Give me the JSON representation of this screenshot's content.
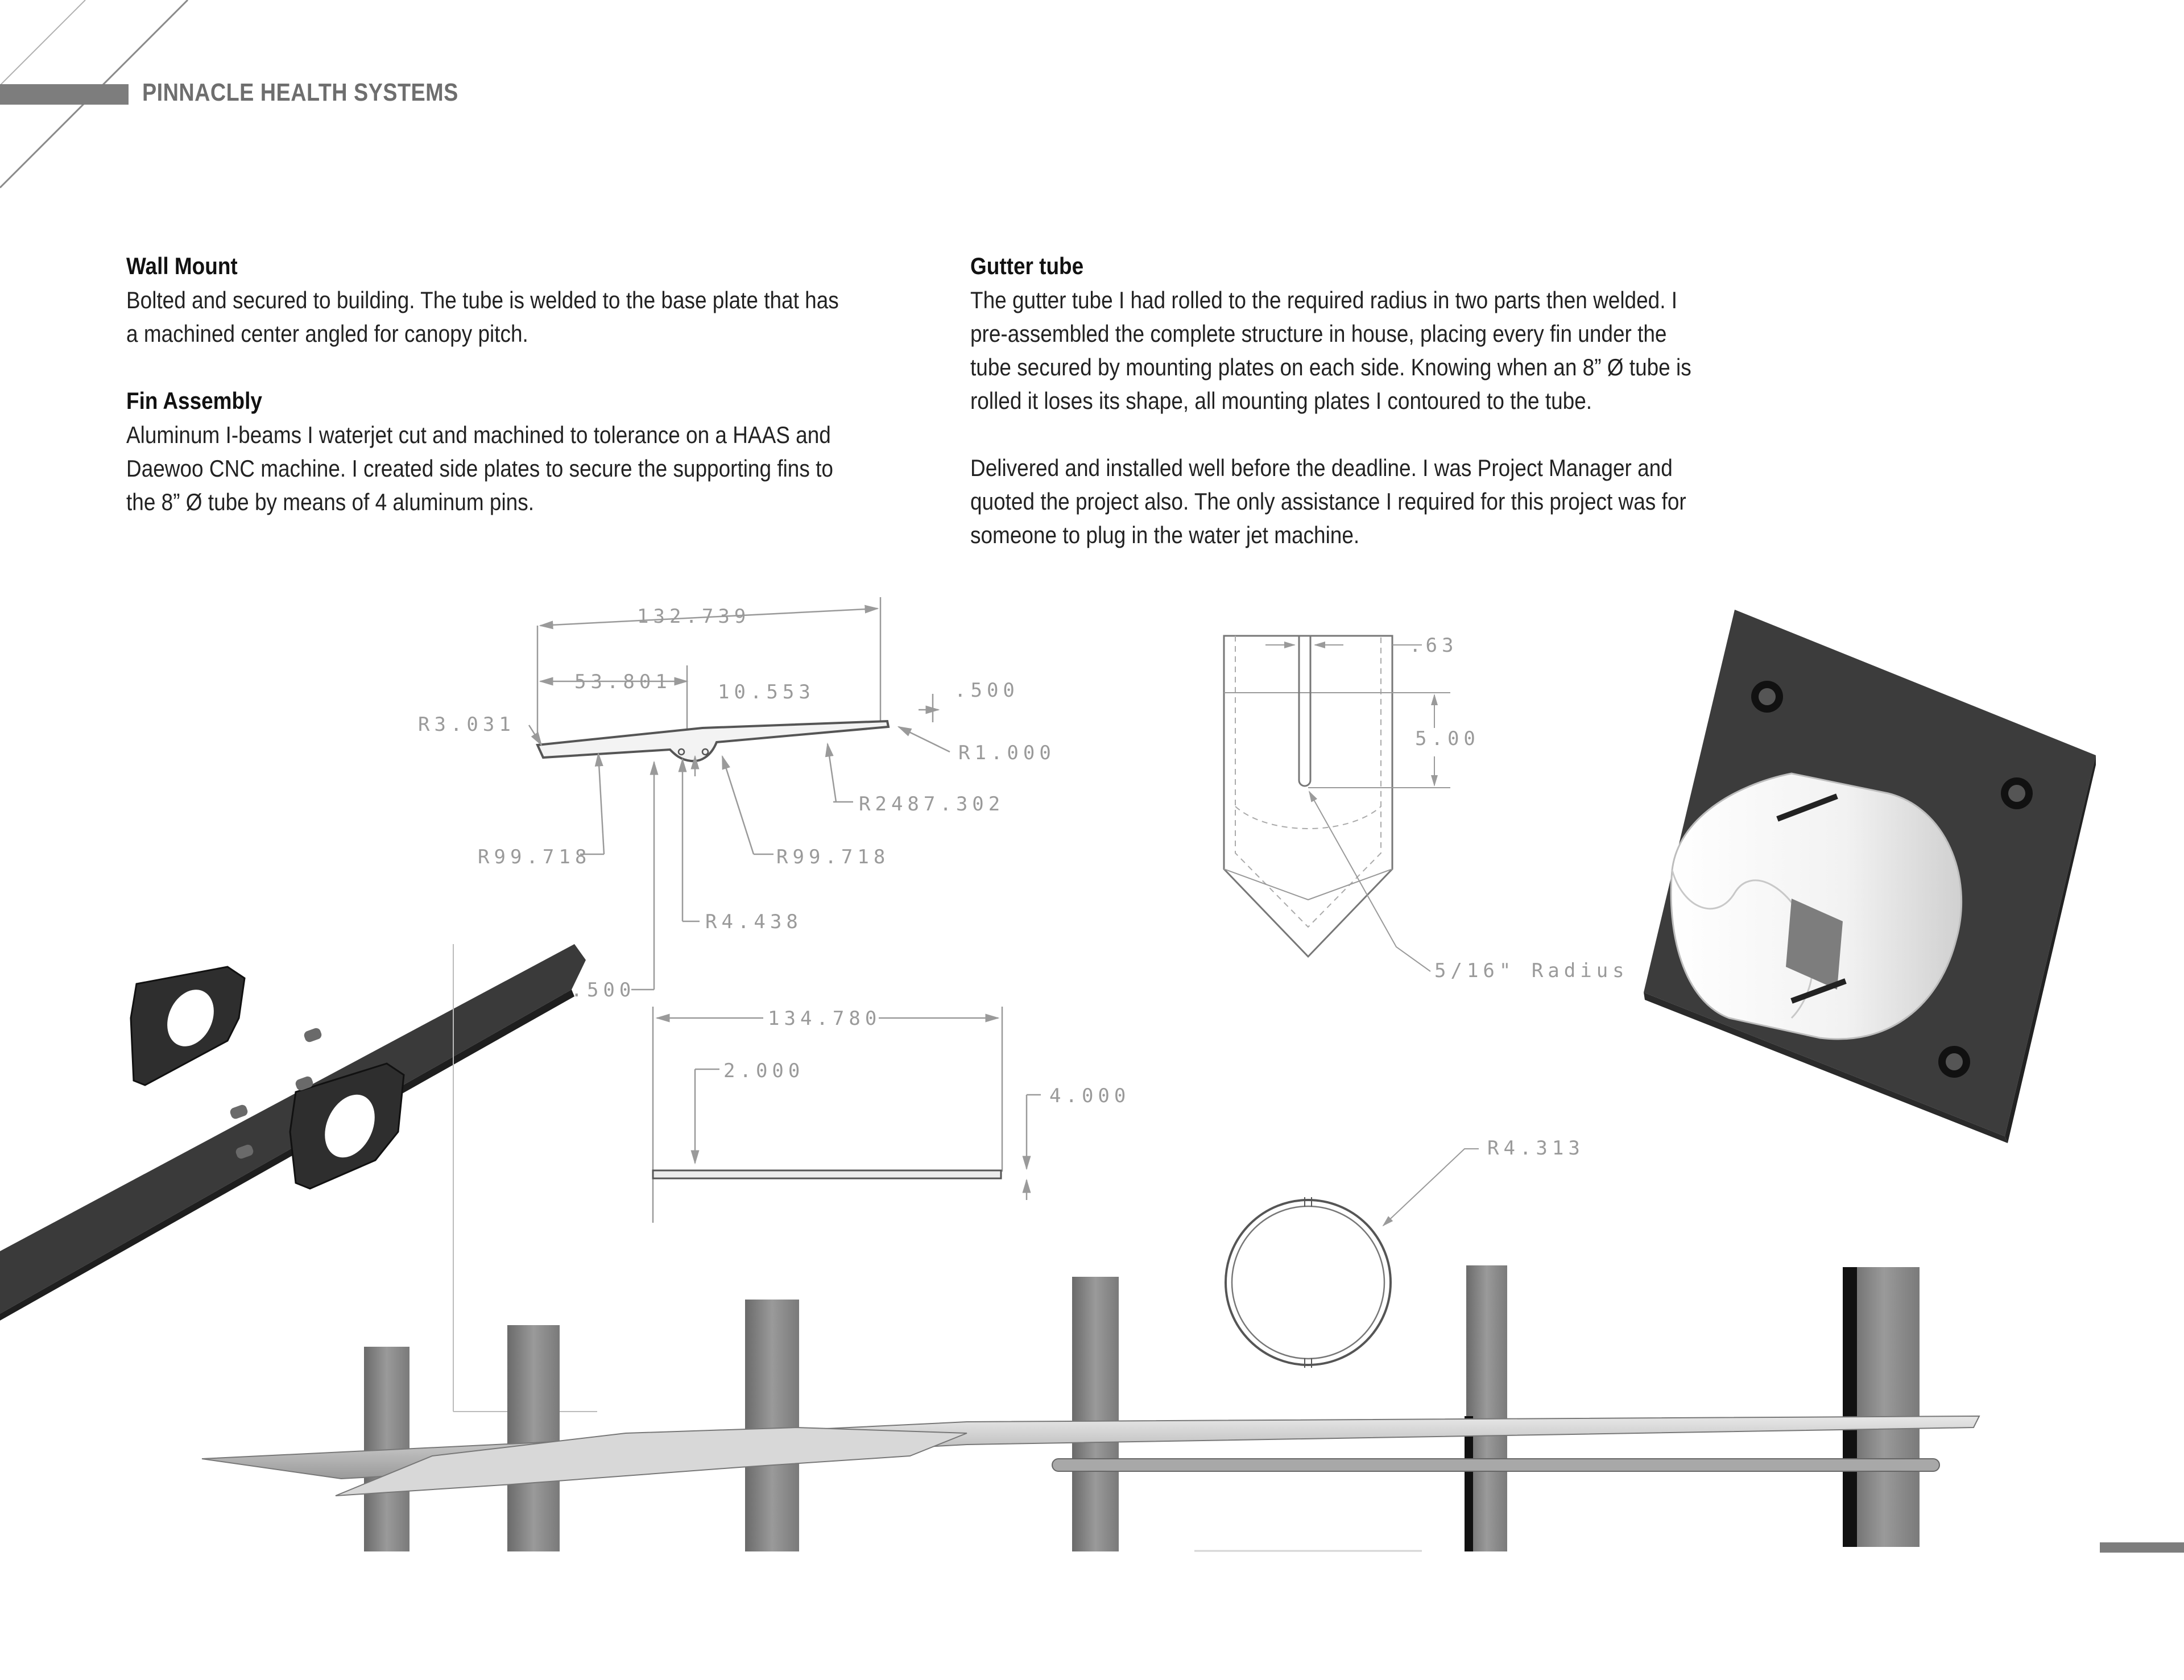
{
  "header": {
    "company": "PINNACLE HEALTH SYSTEMS"
  },
  "sections": {
    "wall_mount": {
      "title": "Wall Mount",
      "lines": [
        "Bolted and secured to building. The tube is welded to the base plate that has",
        "a machined center angled for canopy pitch."
      ]
    },
    "fin_assembly": {
      "title": "Fin Assembly",
      "lines": [
        "Aluminum I-beams I waterjet cut and machined to tolerance on a HAAS and",
        "Daewoo CNC machine. I created side plates to secure the supporting fins to",
        "the 8” Ø tube by means of 4 aluminum pins."
      ]
    },
    "gutter_tube": {
      "title": "Gutter tube",
      "lines": [
        "The gutter tube I had rolled to the required radius in two parts then welded.  I",
        "pre-assembled the complete structure in house, placing every fin under the",
        "tube secured by mounting plates on each side. Knowing when an 8” Ø tube is",
        "rolled it loses its shape, all mounting plates I contoured to the tube."
      ]
    },
    "delivery": {
      "lines": [
        "Delivered and installed well before the deadline. I was Project Manager and",
        "quoted the project also. The only assistance I required for this project was for",
        "someone to plug in the water jet machine."
      ]
    }
  },
  "drawing_dimensions": {
    "fin_overall": "132.739",
    "fin_center": "53.801",
    "fin_notch": "10.553",
    "fin_tip": ".500",
    "r_tip_left": "R3.031",
    "r_tip_right": "R1.000",
    "r_large": "R2487.302",
    "r_left": "R99.718",
    "r_right": "R99.718",
    "r_notch": "R4.438",
    "r_small": "R.500",
    "bar_length": "134.780",
    "bar_offset": "2.000",
    "bar_height": "4.000",
    "plate_width": ".63",
    "plate_slot": "5.00",
    "plate_radius": "5/16\" Radius",
    "tube_radius": "R4.313"
  },
  "colors": {
    "header_bar": "#7d7d7d",
    "header_text": "#6e6e6e",
    "render_dark": "#3c3c3c",
    "render_mid": "#8a8a8a",
    "dimension_lines": "#9a9a9a"
  }
}
